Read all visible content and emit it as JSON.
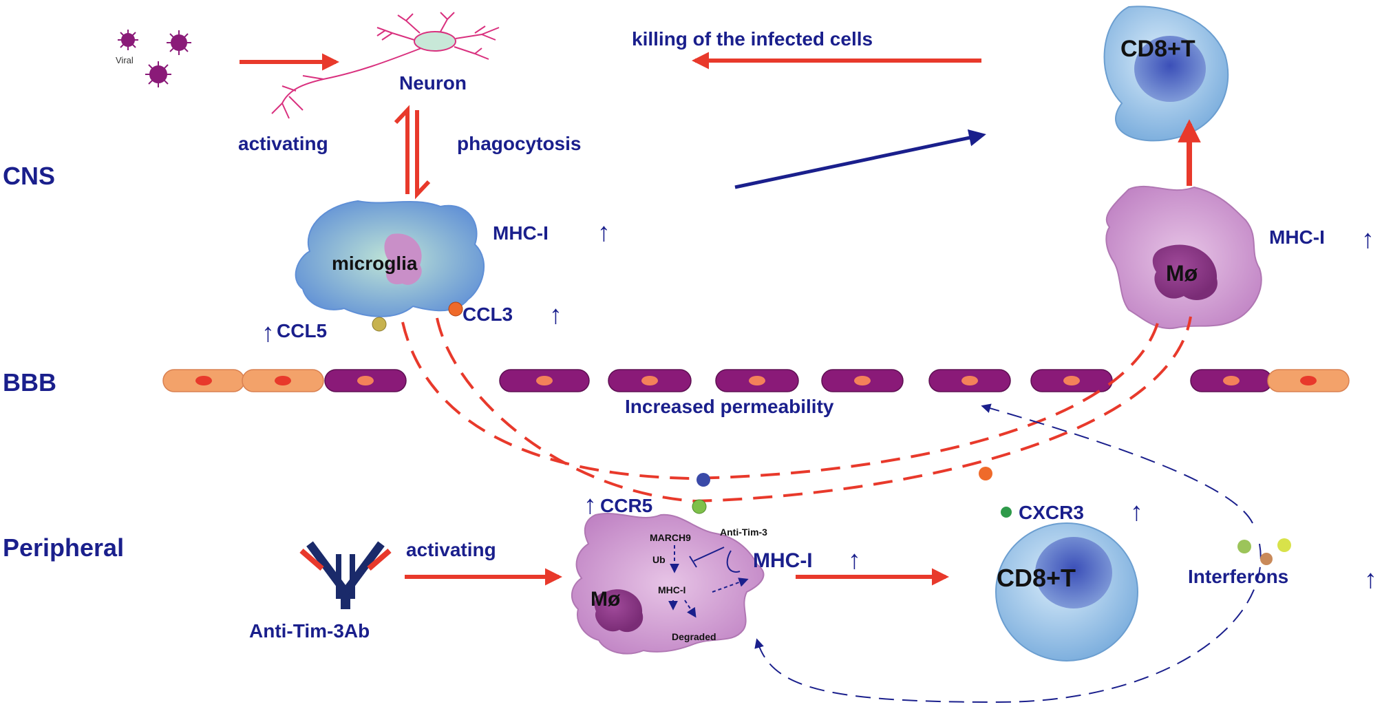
{
  "regions": {
    "cns": "CNS",
    "bbb": "BBB",
    "peripheral": "Peripheral"
  },
  "virus_label": "Viral",
  "neuron_label": "Neuron",
  "killing_label": "killing of the infected cells",
  "cd8_cns_label": "CD8+T",
  "activating_top": "activating",
  "phagocytosis": "phagocytosis",
  "microglia_label": "microglia",
  "mhc_microglia": "MHC-I",
  "mac_cns_label": "Mø",
  "mhc_mac_cns": "MHC-I",
  "ccl5": "CCL5",
  "ccl3": "CCL3",
  "permeability": "Increased permeability",
  "ccr5": "CCR5",
  "cxcr3": "CXCR3",
  "activating_periph": "activating",
  "antibody_label": "Anti-Tim-3Ab",
  "mac_periph_label": "Mø",
  "march9": "MARCH9",
  "anti_tim3": "Anti-Tim-3",
  "ub": "Ub",
  "mhc_inner": "MHC-I",
  "degraded": "Degraded",
  "mhc_periph": "MHC-I",
  "cd8_periph_label": "CD8+T",
  "interferons": "Interferons",
  "up_arrow": "↑",
  "colors": {
    "text": "#1a1f8c",
    "red_arrow": "#e8392b",
    "blue_arrow": "#1a1f8c",
    "bbb_purple": "#8a1a78",
    "bbb_orange": "#f3a26a",
    "cell_blue": "#9ec3e6",
    "macrophage_pink": "#c98fc8"
  }
}
